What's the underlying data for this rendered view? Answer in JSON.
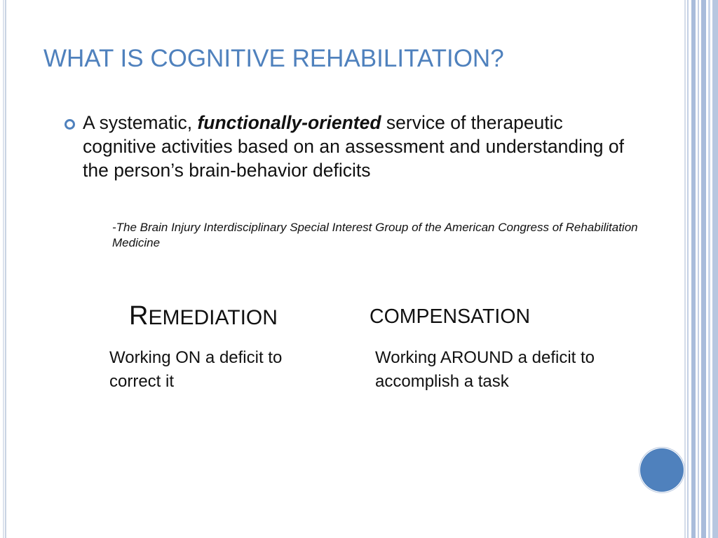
{
  "slide": {
    "title": "WHAT IS COGNITIVE REHABILITATION?",
    "bullet": {
      "text_before": "A systematic, ",
      "emphasis": "functionally-oriented",
      "text_after": " service of therapeutic cognitive activities based on an assessment and understanding of the person’s brain-behavior deficits"
    },
    "citation": "-The Brain Injury Interdisciplinary Special Interest Group of the American Congress of Rehabilitation Medicine",
    "columns": [
      {
        "head_initial": "R",
        "head_rest": "EMEDIATION",
        "body": "Working ON a deficit to correct it"
      },
      {
        "head": "COMPENSATION",
        "body": "Working AROUND a deficit to accomplish a task"
      }
    ]
  },
  "theme": {
    "accent": "#4f81bd",
    "stripe_light": "#c9d6ea",
    "stripe_mid": "#a9bcdb"
  }
}
